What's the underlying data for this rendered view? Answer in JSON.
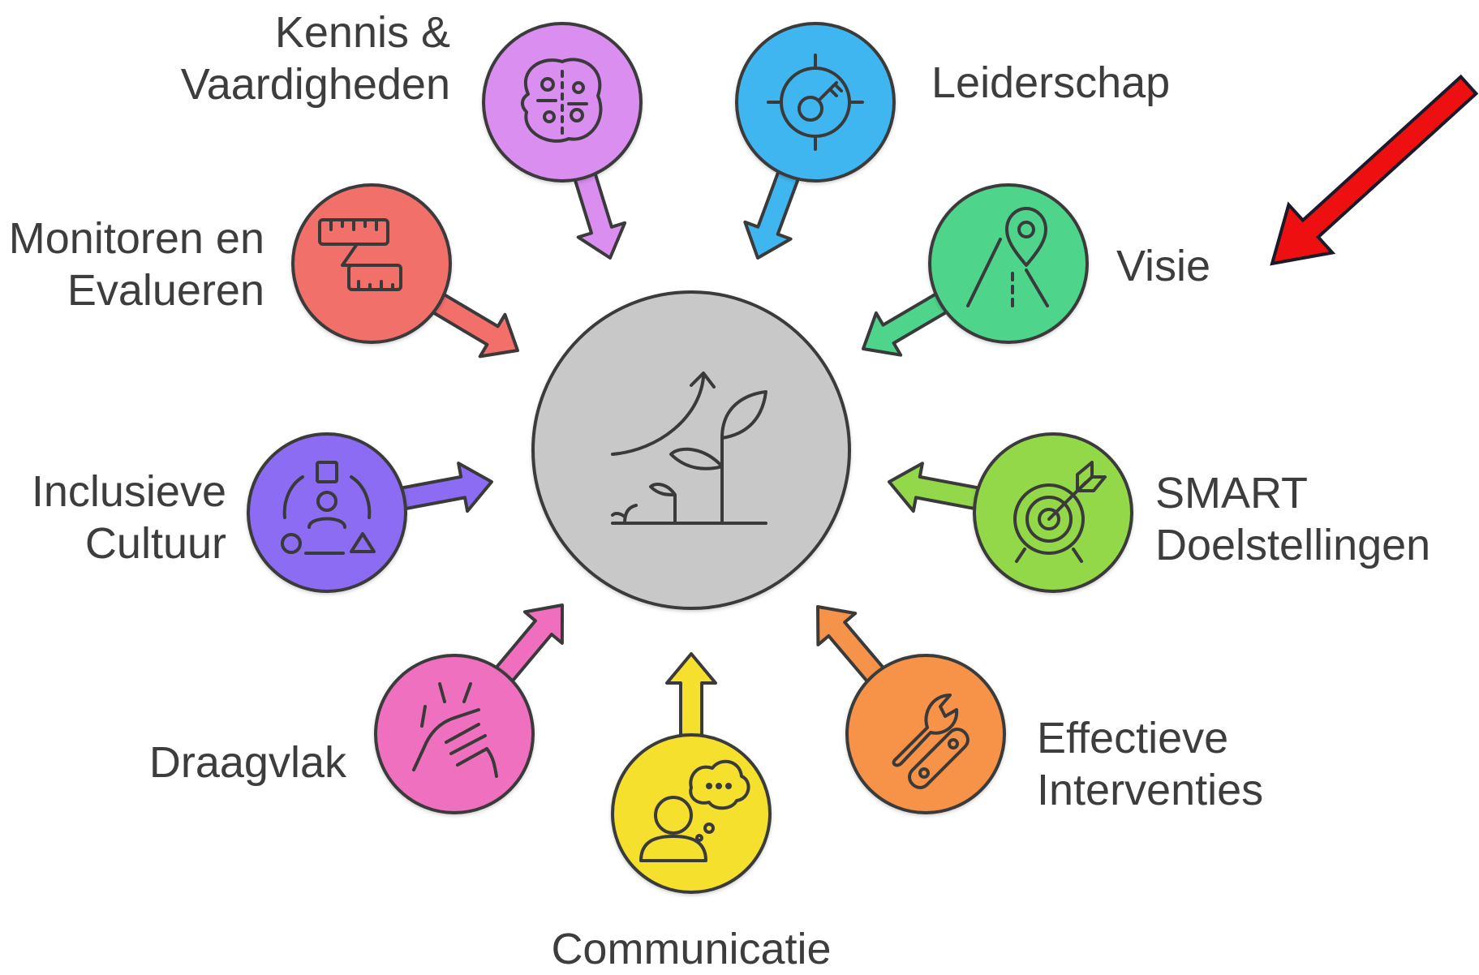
{
  "center": {
    "icon": "growth-plant-icon",
    "fill": "#c8c8c8"
  },
  "nodes": [
    {
      "id": "kennis",
      "lines": [
        "Kennis &",
        "Vaardigheden"
      ],
      "color": "#d98ef0",
      "icon": "brain-icon"
    },
    {
      "id": "leiderschap",
      "lines": [
        "Leiderschap"
      ],
      "color": "#3fb6f0",
      "icon": "target-key-icon"
    },
    {
      "id": "visie",
      "lines": [
        "Visie"
      ],
      "color": "#4fd48c",
      "icon": "road-pin-icon"
    },
    {
      "id": "smart",
      "lines": [
        "SMART",
        "Doelstellingen"
      ],
      "color": "#93d84a",
      "icon": "bullseye-arrow-icon"
    },
    {
      "id": "effectieve",
      "lines": [
        "Effectieve",
        "Interventies"
      ],
      "color": "#f6934a",
      "icon": "wrench-tool-icon"
    },
    {
      "id": "communicatie",
      "lines": [
        "Communicatie"
      ],
      "color": "#f6e02e",
      "icon": "person-speech-icon"
    },
    {
      "id": "draagvlak",
      "lines": [
        "Draagvlak"
      ],
      "color": "#ef6fbe",
      "icon": "hands-together-icon"
    },
    {
      "id": "inclusieve",
      "lines": [
        "Inclusieve",
        "Cultuur"
      ],
      "color": "#8b6cf2",
      "icon": "shapes-person-icon"
    },
    {
      "id": "monitoren",
      "lines": [
        "Monitoren en",
        "Evalueren"
      ],
      "color": "#f26f6a",
      "icon": "measuring-tape-icon"
    }
  ],
  "annotation": {
    "icon": "red-pointer-arrow",
    "color": "#ee1010",
    "points_to": "visie"
  }
}
